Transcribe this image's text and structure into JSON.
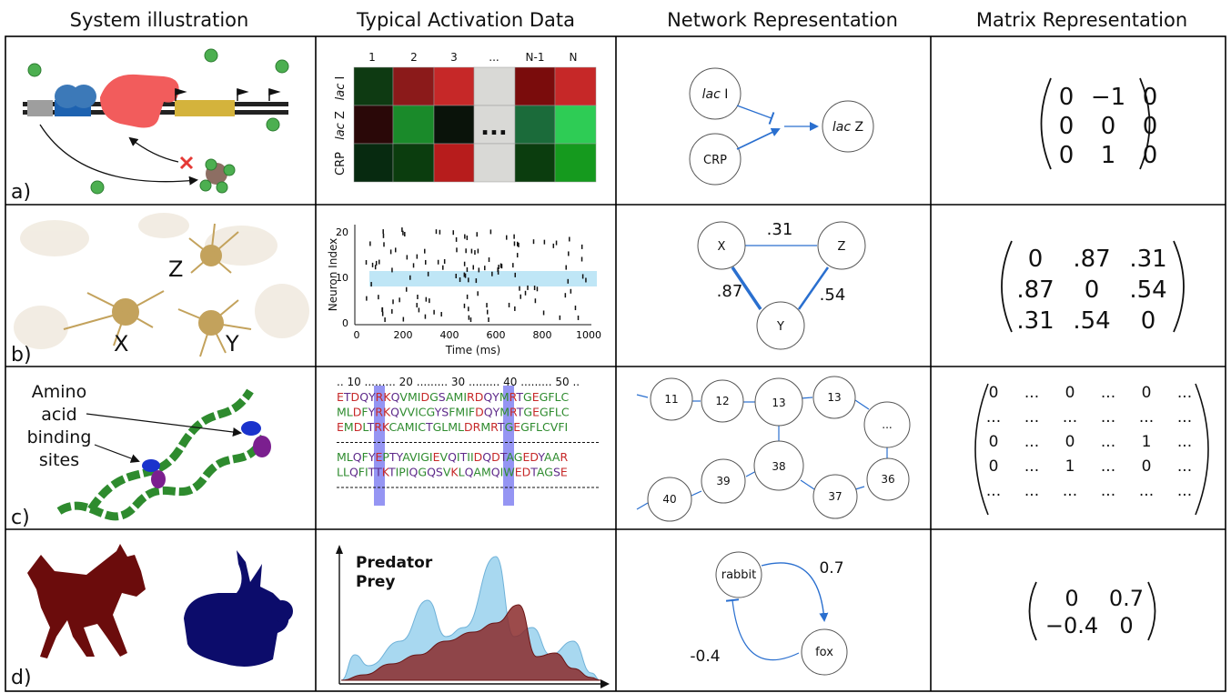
{
  "headers": [
    "System illustration",
    "Typical Activation Data",
    "Network Representation",
    "Matrix Representation"
  ],
  "row_labels": [
    "a)",
    "b)",
    "c)",
    "d)"
  ],
  "row_a": {
    "heatmap_cols": [
      "1",
      "2",
      "3",
      "...",
      "N-1",
      "N"
    ],
    "heatmap_rows": [
      "lac I",
      "lac Z",
      "CRP"
    ],
    "heatmap_row_italic": [
      "lac",
      "lac",
      ""
    ],
    "heatmap_row_rest": [
      " I",
      " Z",
      "CRP"
    ],
    "ellipsis": "...",
    "nodes": {
      "lacI_i": "lac",
      "lacI_r": " I",
      "crp": "CRP",
      "lacZ_i": "lac",
      "lacZ_r": " Z"
    },
    "matrix": [
      [
        "0",
        "−1",
        "0"
      ],
      [
        "0",
        "0",
        "0"
      ],
      [
        "0",
        "1",
        "0"
      ]
    ]
  },
  "row_b": {
    "neurons": [
      "Z",
      "X",
      "Y"
    ],
    "raster_ylabel": "Neuron Index",
    "raster_xlabel": "Time (ms)",
    "raster_yticks": [
      "20",
      "10",
      "0"
    ],
    "raster_xticks": [
      "0",
      "200",
      "400",
      "600",
      "800",
      "1000"
    ],
    "nodes": [
      "X",
      "Z",
      "Y"
    ],
    "edges": [
      ".31",
      ".87",
      ".54"
    ],
    "matrix": [
      [
        "0",
        ".87",
        ".31"
      ],
      [
        ".87",
        "0",
        ".54"
      ],
      [
        ".31",
        ".54",
        "0"
      ]
    ]
  },
  "row_c": {
    "annotation": [
      "Amino",
      "acid",
      "binding",
      "sites"
    ],
    "ruler": ".. 10 ......... 20 ......... 30 ......... 40 ......... 50 ..",
    "sequences": [
      "ETDQYRKQVMIDGSAMIRDQYMRTGEGFLC",
      "MLDFYRKQVVICGYSFMIFDQYMRTGEGFLC",
      "EMDLTRKCAMICTGLMLDRMRTGEGFLCVFI",
      "---",
      "MLQFYEPTYAVIGIEVQITIIDQDTAGEDYAAR",
      "LLQFITTKTIPIQGQSVKLQAMQIWEDTAGSE",
      "---"
    ],
    "nodes": [
      "11",
      "12",
      "13",
      "13",
      "...",
      "38",
      "39",
      "40",
      "37",
      "36"
    ],
    "matrix": [
      [
        "0",
        "...",
        "0",
        "...",
        "0",
        "..."
      ],
      [
        "...",
        "...",
        "...",
        "...",
        "...",
        "..."
      ],
      [
        "0",
        "...",
        "0",
        "...",
        "1",
        "..."
      ],
      [
        "0",
        "...",
        "1",
        "...",
        "0",
        "..."
      ],
      [
        "...",
        "...",
        "...",
        "...",
        "...",
        "..."
      ]
    ]
  },
  "row_d": {
    "legend": [
      "Predator",
      "Prey"
    ],
    "colors": {
      "predator_text": "#0b1b5e",
      "prey_text": "#7a1010",
      "predator_fill": "#a8d8f0",
      "prey_fill": "#8b2b2b"
    },
    "nodes": [
      "rabbit",
      "fox"
    ],
    "edges": [
      "0.7",
      "-0.4"
    ],
    "matrix": [
      [
        "0",
        "0.7"
      ],
      [
        "−0.4",
        "0"
      ]
    ]
  }
}
